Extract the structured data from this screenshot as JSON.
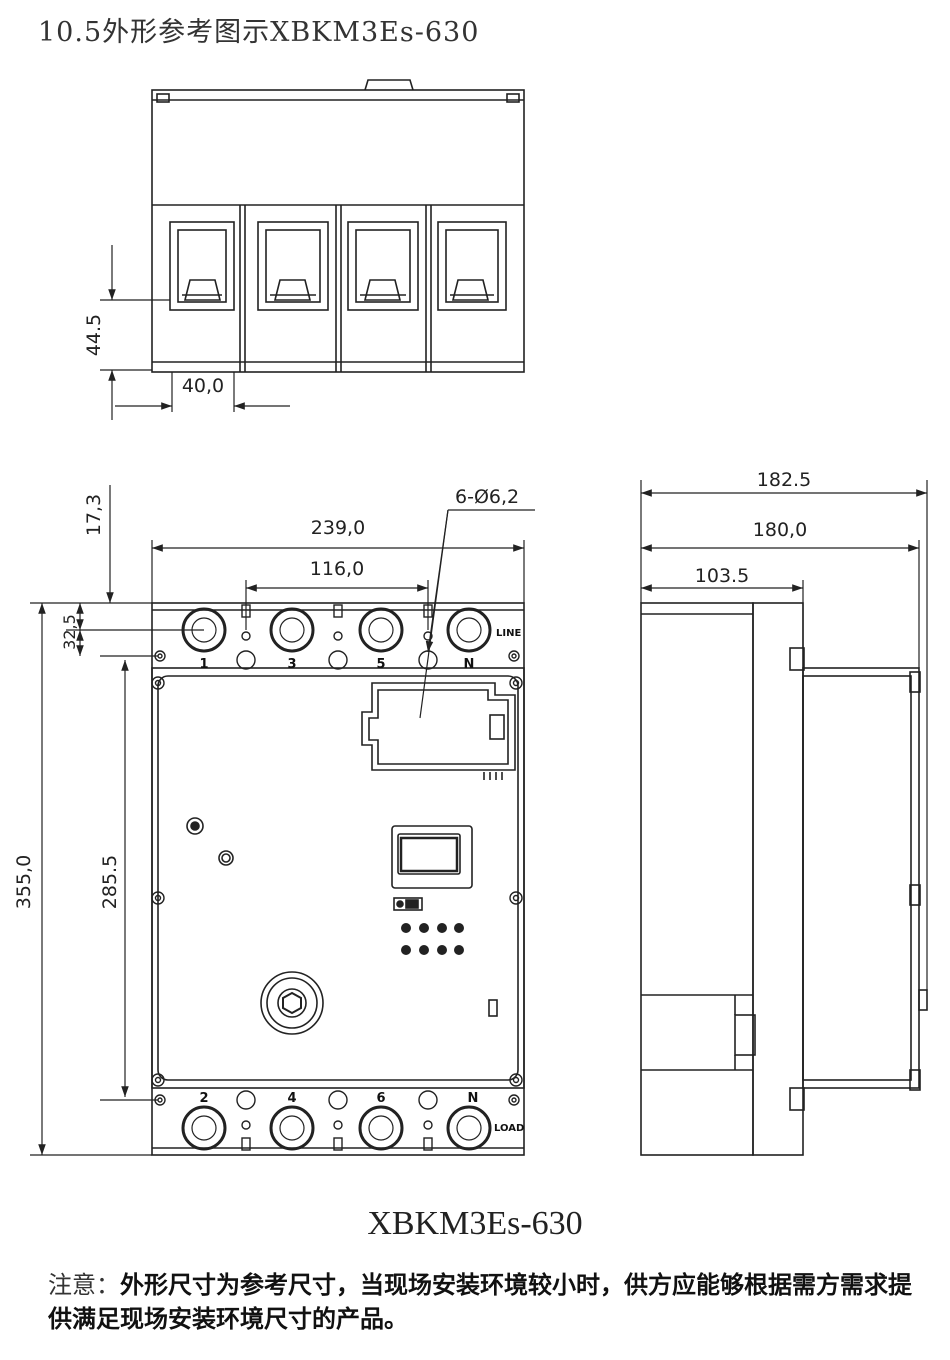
{
  "title": "10.5外形参考图示XBKM3Es-630",
  "caption": "XBKM3Es-630",
  "note": {
    "label": "注意：",
    "text": "外形尺寸为参考尺寸，当现场安装环境较小时，供方应能够根据需方需求提供满足现场安装环境尺寸的产品。"
  },
  "dimensions": {
    "top_height": "44.5",
    "top_width": "40,0",
    "front_17": "17,3",
    "front_239": "239,0",
    "front_116": "116,0",
    "holes": "6-Ø6,2",
    "front_32": "32,5",
    "front_355": "355,0",
    "front_285": "285.5",
    "side_182": "182.5",
    "side_180": "180,0",
    "side_103": "103.5"
  },
  "terminals": {
    "top": [
      "1",
      "3",
      "5",
      "N"
    ],
    "top_tag": "LINE",
    "bottom": [
      "2",
      "4",
      "6",
      "N"
    ],
    "bottom_tag": "LOAD"
  }
}
